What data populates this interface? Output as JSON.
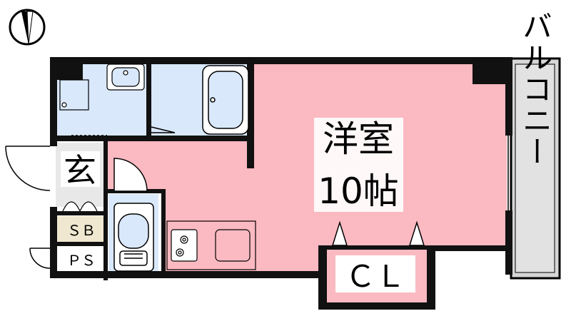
{
  "labels": {
    "main_room_name": "洋室",
    "main_room_size": "10帖",
    "closet": "ＣＬ",
    "entrance": "玄",
    "shoe_box": "ＳＢ",
    "pipe_space": "ＰＳ",
    "balcony": "バルコニー"
  },
  "icons": {
    "north": "north-arrow-icon",
    "sink": "wash-basin-icon",
    "bathtub": "bathtub-icon",
    "toilet": "toilet-icon",
    "stove": "gas-stove-icon"
  },
  "colors": {
    "room": "#fbb9c1",
    "wet_area": "#d9e8fb",
    "balcony": "#d6d6d6",
    "wall": "#111111",
    "neutral": "#e8e8e8"
  }
}
